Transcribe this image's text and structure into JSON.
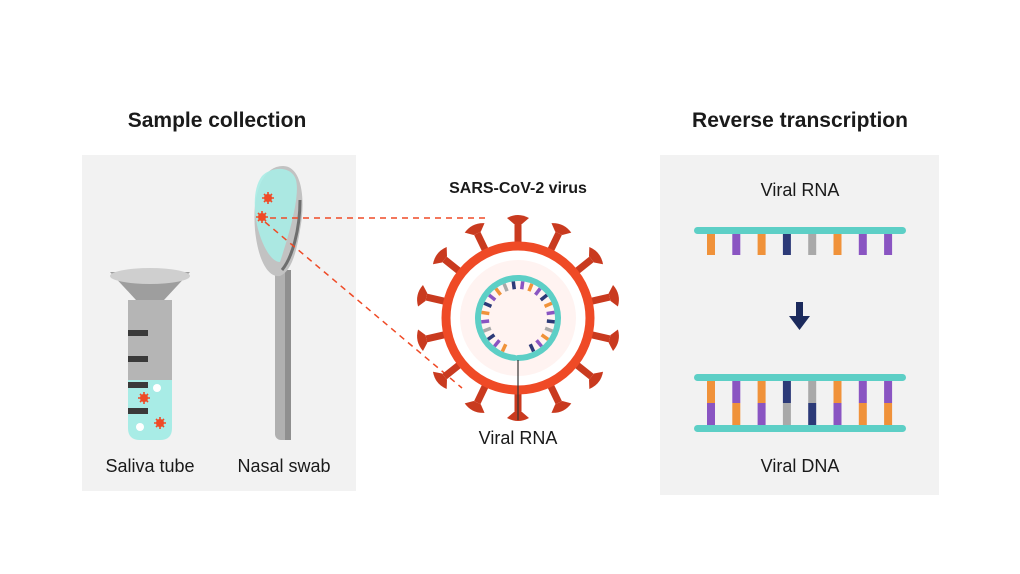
{
  "sections": {
    "sample_collection": {
      "heading": "Sample collection",
      "saliva_label": "Saliva tube",
      "swab_label": "Nasal swab"
    },
    "virus": {
      "title": "SARS-CoV-2 virus",
      "rna_label": "Viral RNA"
    },
    "reverse_transcription": {
      "heading": "Reverse transcription",
      "rna_label": "Viral RNA",
      "dna_label": "Viral DNA"
    }
  },
  "colors": {
    "teal": "#5dcfc6",
    "light_teal": "#a8ece6",
    "orange": "#f0923a",
    "purple": "#8a55c2",
    "navy": "#2c3a78",
    "gray": "#a9a9a9",
    "virus_red": "#ef4a26",
    "spike_red": "#c93a1f",
    "arrow_navy": "#1b2a5c"
  },
  "rna_bases": [
    "orange",
    "purple",
    "orange",
    "navy",
    "gray",
    "orange",
    "purple",
    "purple"
  ],
  "dna_bases_top": [
    "orange",
    "purple",
    "orange",
    "navy",
    "gray",
    "orange",
    "purple",
    "purple"
  ],
  "dna_bases_bottom": [
    "purple",
    "orange",
    "purple",
    "gray",
    "navy",
    "purple",
    "orange",
    "orange"
  ]
}
